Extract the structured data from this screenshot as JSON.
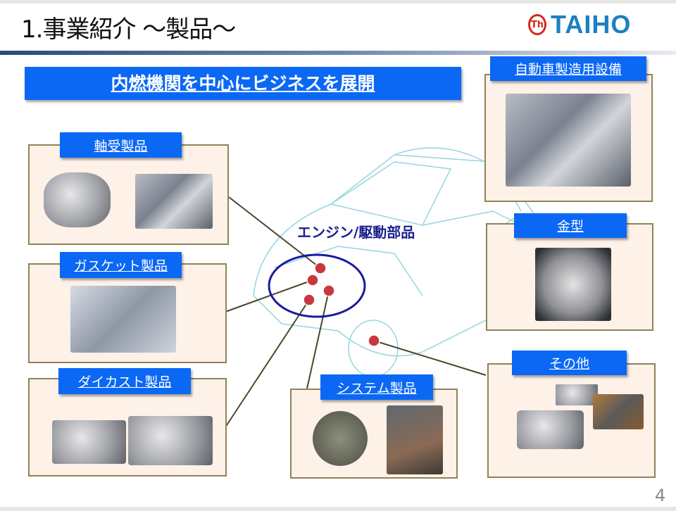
{
  "header": {
    "title": "1.事業紹介 ～製品～",
    "logo_text": "TAIHO"
  },
  "banner": "内燃機関を中心にビジネスを展開",
  "center_label": "エンジン/駆動部品",
  "categories": {
    "bearings": "軸受製品",
    "gaskets": "ガスケット製品",
    "diecast": "ダイカスト製品",
    "systems": "システム製品",
    "equipment": "自動車製造用設備",
    "molds": "金型",
    "others": "その他"
  },
  "colors": {
    "accent": "#0a68f5",
    "dot": "#c8393f",
    "ellipse": "#1a1a9c",
    "logo": "#1b7fc3"
  },
  "page_number": "4"
}
